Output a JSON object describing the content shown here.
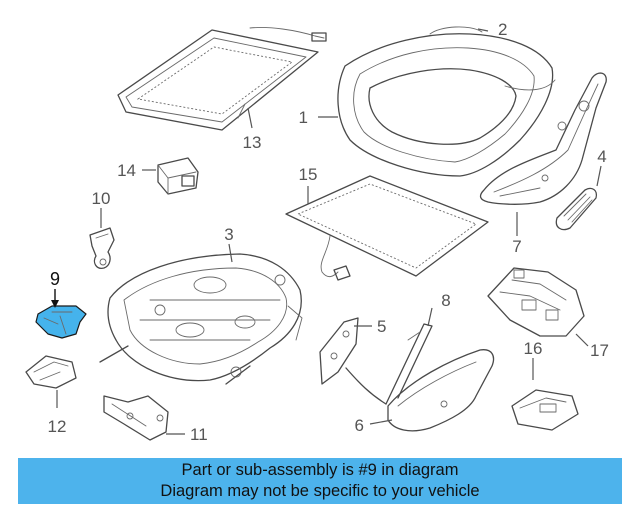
{
  "diagram": {
    "callouts": {
      "p1": "1",
      "p2": "2",
      "p3": "3",
      "p4": "4",
      "p5": "5",
      "p6": "6",
      "p7": "7",
      "p8": "8",
      "p9": "9",
      "p10": "10",
      "p11": "11",
      "p12": "12",
      "p13": "13",
      "p14": "14",
      "p15": "15",
      "p16": "16",
      "p17": "17"
    },
    "highlighted_part": "9",
    "highlight_color": "#45b3ec"
  },
  "banner": {
    "line1": "Part or sub-assembly is #9 in diagram",
    "line2": "Diagram may not be specific to your vehicle",
    "background": "#4db3ec"
  }
}
